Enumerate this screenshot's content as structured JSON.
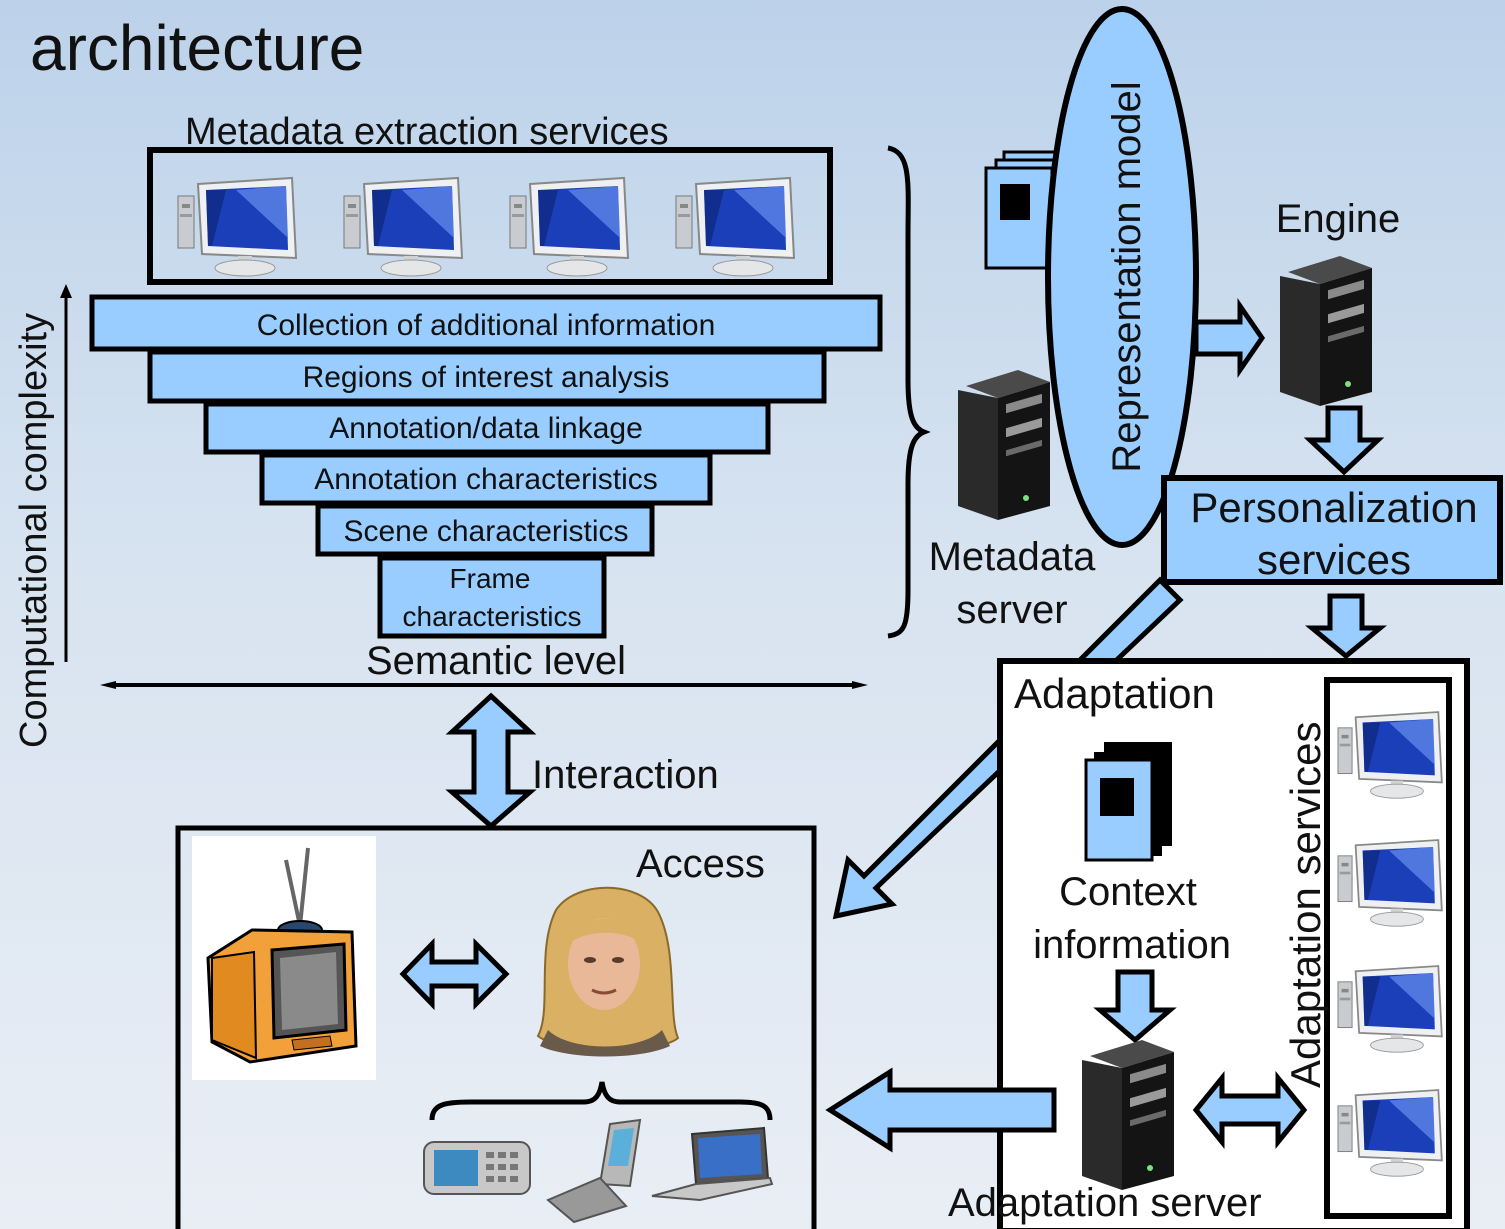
{
  "title": "architecture",
  "extraction": {
    "header": "Metadata extraction services",
    "layers": [
      "Collection of additional information",
      "Regions of interest analysis",
      "Annotation/data linkage",
      "Annotation characteristics",
      "Scene characteristics"
    ],
    "frame_line1": "Frame",
    "frame_line2": "characteristics",
    "axis_vertical": "Computational complexity",
    "axis_horizontal": "Semantic level"
  },
  "metadata_server": {
    "line1": "Metadata",
    "line2": "server"
  },
  "representation_model": "Representation model",
  "engine": "Engine",
  "personalization": {
    "line1": "Personalization",
    "line2": "services"
  },
  "interaction": "Interaction",
  "access": "Access",
  "adaptation": {
    "title": "Adaptation",
    "context_line1": "Context",
    "context_line2": "information",
    "services": "Adaptation services",
    "server": "Adaptation server"
  },
  "colors": {
    "fill": "#99ccff",
    "stroke": "#000000"
  }
}
